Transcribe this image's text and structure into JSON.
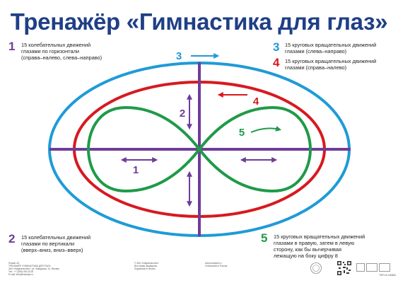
{
  "title": "Тренажёр «Гимнастика для глаз»",
  "colors": {
    "title": "#1f3f86",
    "horizontal": "#6f3c98",
    "vertical": "#6f3c98",
    "clockwise_oval": "#1f9bd7",
    "counterclockwise_oval": "#d71920",
    "figure_eight": "#1f9a48"
  },
  "notes": [
    {
      "num": "1",
      "lines": [
        "15 колебательных движений",
        "глазами по горизонтали",
        "(справа–налево, слева–направо)"
      ]
    },
    {
      "num": "2",
      "lines": [
        "15 колебательных движений",
        "глазами по вертикали",
        "(вверх–вниз, вниз–вверх)"
      ]
    },
    {
      "num": "3",
      "lines": [
        "15 круговых вращательных движений",
        "глазами (слева–направо)"
      ]
    },
    {
      "num": "4",
      "lines": [
        "15 круговых вращательных движений",
        "глазами (справа–налево)"
      ]
    },
    {
      "num": "5",
      "lines": [
        "15 круговых вращательных движений",
        "глазами в правую, затем в левую",
        "сторону, как бы вычерчивая",
        "лежащую на боку цифру 8"
      ]
    }
  ],
  "diagram_labels": {
    "horizontal": "1",
    "vertical": "2",
    "clockwise": "3",
    "counterclockwise": "4",
    "figure_eight": "5"
  },
  "footer": {
    "left": [
      "Плакат А2",
      "ТРЕНАЖЁР «ГИМНАСТИКА ДЛЯ ГЛАЗ»",
      "ЗАО «Издательство», ул. Заводская, 14, Москва",
      "Тел.: +7 (495) 000-00-00",
      "E-mail: info@example.ru"
    ],
    "middle_a": [
      "© ЗАО «Издательство»",
      "Все права защищены",
      "Подписано в печать"
    ],
    "middle_b": [
      "www.example.ru",
      "Отпечатано в России"
    ],
    "code": "ТЕП-8-19882"
  }
}
